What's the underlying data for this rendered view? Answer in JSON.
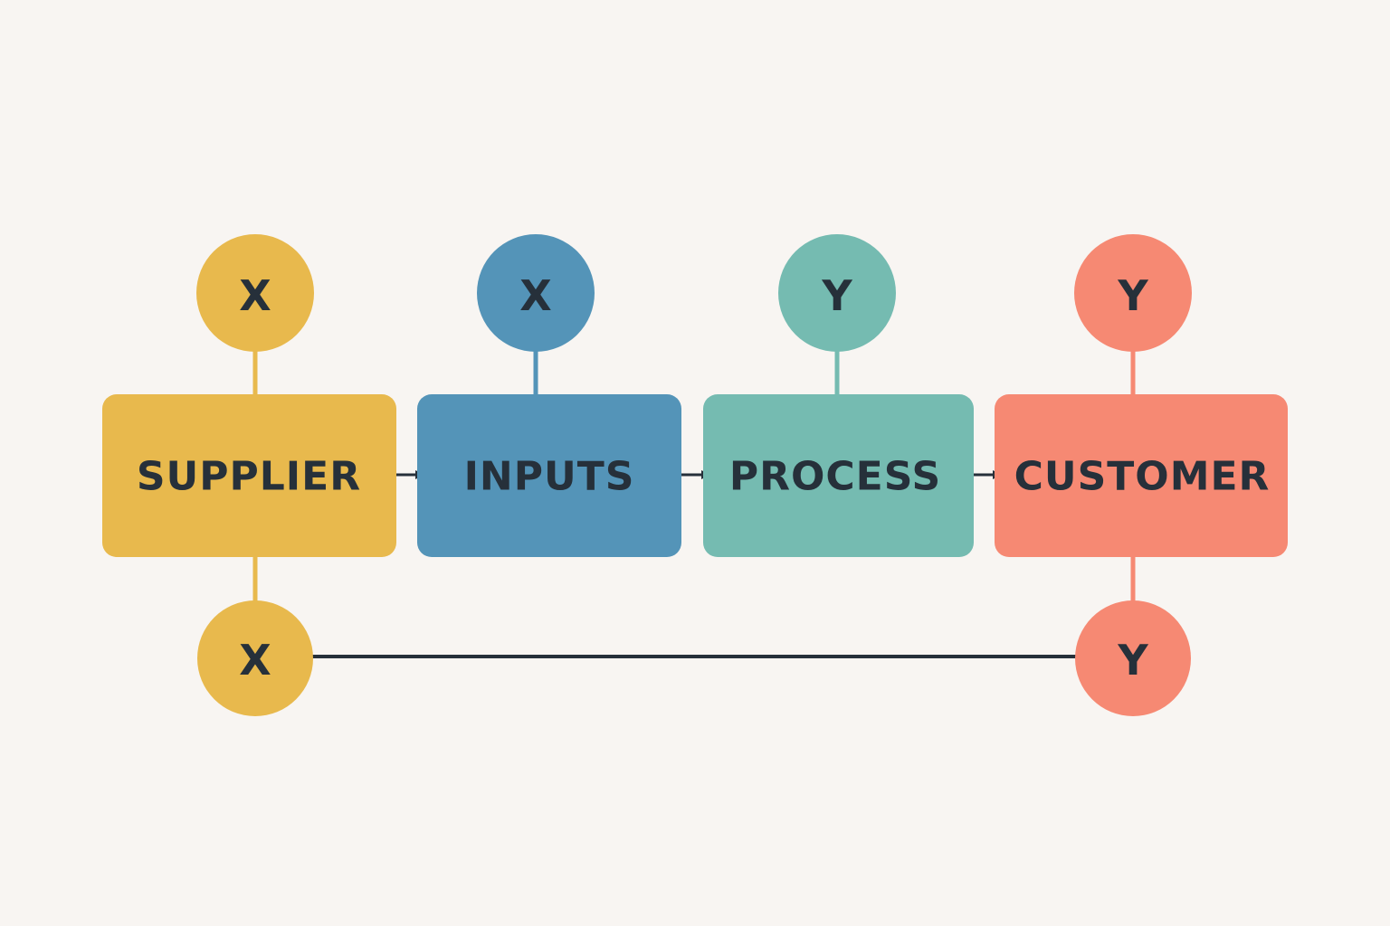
{
  "stages": [
    {
      "label": "SUPPLIER",
      "color": "#e8b94d",
      "top_marker": "X"
    },
    {
      "label": "INPUTS",
      "color": "#5494b8",
      "top_marker": "X"
    },
    {
      "label": "PROCESS",
      "color": "#75bbb1",
      "top_marker": "Y"
    },
    {
      "label": "CUSTOMER",
      "color": "#f68973",
      "top_marker": "Y"
    }
  ],
  "bottom_link": {
    "left_marker": "X",
    "left_color": "#e8b94d",
    "right_marker": "Y",
    "right_color": "#f68973"
  },
  "line_color": "#26303a",
  "text_color": "#26303a",
  "background": "#f8f5f2"
}
